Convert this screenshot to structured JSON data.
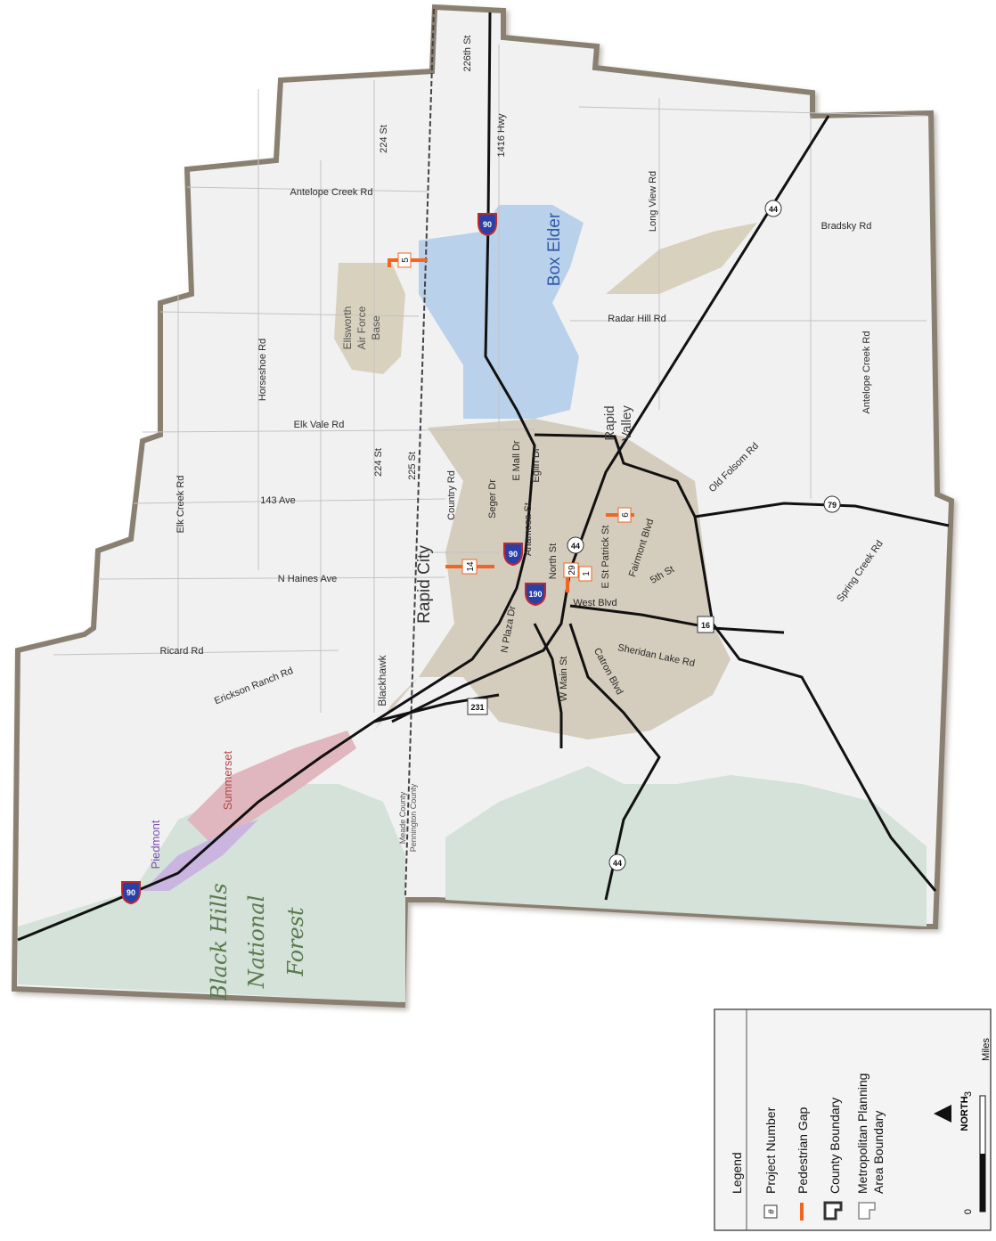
{
  "map": {
    "roads": {
      "226th_st": "226th St",
      "hwy_1416": "1416 Hwy",
      "st_224_north": "224 St",
      "antelope_creek_rd_north": "Antelope Creek Rd",
      "long_view_rd": "Long View Rd",
      "bradsky_rd": "Bradsky Rd",
      "horseshoe_rd": "Horseshoe Rd",
      "radar_hill_rd": "Radar Hill Rd",
      "antelope_creek_rd_east": "Antelope Creek Rd",
      "elk_vale_rd": "Elk Vale Rd",
      "st_224_south": "224 St",
      "st_225": "225 St",
      "country_rd": "Country Rd",
      "seger_dr": "Seger Dr",
      "e_mall_dr": "E Mall Dr",
      "eglin_dr": "Eglin Dr",
      "old_folsom_rd": "Old Folsom Rd",
      "elk_creek_rd": "Elk Creek Rd",
      "ave_143": "143 Ave",
      "anamosa_st": "Anamosa St",
      "north_st": "North St",
      "e_st_patrick_st": "E St Patrick St",
      "fairmont_blvd": "Fairmont Blvd",
      "fifth_st": "5th St",
      "spring_creek_rd": "Spring Creek Rd",
      "n_haines_ave": "N Haines Ave",
      "west_blvd": "West Blvd",
      "n_plaza_dr": "N Plaza Dr",
      "sheridan_lake_rd": "Sheridan Lake Rd",
      "ricard_rd": "Ricard Rd",
      "erickson_ranch_rd": "Erickson Ranch Rd",
      "catron_blvd": "Catron Blvd",
      "w_main_st": "W Main St"
    },
    "places": {
      "box_elder": "Box Elder",
      "ellsworth_afb": [
        "Ellsworth",
        "Air Force",
        "Base"
      ],
      "rapid_valley": [
        "Rapid",
        "Valley"
      ],
      "rapid_city": "Rapid City",
      "blackhawk": "Blackhawk",
      "summerset": "Summerset",
      "piedmont": "Piedmont",
      "county_labels": [
        "Meade County",
        "Pennington County"
      ],
      "forest": [
        "Black Hills",
        "National",
        "Forest"
      ]
    },
    "shields": {
      "interstate": [
        "90",
        "90",
        "190",
        "90"
      ],
      "route": [
        "44",
        "44",
        "44",
        "79",
        "16",
        "231",
        "44"
      ]
    },
    "projects": [
      {
        "number": "1",
        "type": "Pedestrian Gap"
      },
      {
        "number": "5",
        "type": "Pedestrian Gap"
      },
      {
        "number": "6",
        "type": "Pedestrian Gap"
      },
      {
        "number": "14",
        "type": "Pedestrian Gap"
      },
      {
        "number": "29",
        "type": "Pedestrian Gap"
      }
    ],
    "colors": {
      "background": "#f1f1f1",
      "county_boundary": "#555555",
      "box_elder_area": "#b8d0e8",
      "ellsworth": "#d8d1bd",
      "urban": "#cfc7b8",
      "forest": "#d4e2da",
      "summerset": "#e0b7bf",
      "piedmont": "#c9b5e0",
      "pedestrian_gap": "#f26522",
      "highway": "#111111"
    }
  },
  "legend": {
    "title": "Legend",
    "items": [
      {
        "label": "Project Number",
        "icon": "project-number-icon"
      },
      {
        "label": "Pedestrian Gap",
        "icon": "pedestrian-gap-icon"
      },
      {
        "label": "County Boundary",
        "icon": "county-boundary-icon"
      },
      {
        "label": "Metropolitan Planning",
        "icon": "mpo-boundary-icon"
      },
      {
        "label": "Area Boundary",
        "icon": ""
      }
    ],
    "north": "NORTH",
    "scale_labels": [
      "0",
      "3",
      "Miles"
    ],
    "project_symbol": "#"
  }
}
